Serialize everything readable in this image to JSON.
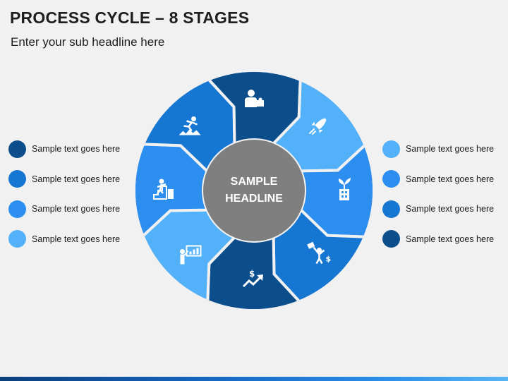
{
  "title": "PROCESS CYCLE – 8 STAGES",
  "subtitle": "Enter your sub headline here",
  "center": {
    "line1": "SAMPLE",
    "line2": "HEADLINE",
    "color": "#7f7f7f"
  },
  "colors": {
    "dark_navy": "#0c4e8c",
    "medium_blue": "#1677d3",
    "bright_blue": "#2c8ff0",
    "light_blue": "#52b1f8",
    "outer_ring": "#1e6fc5",
    "separator": "#f1f1f1"
  },
  "stages": [
    {
      "icon": "businessman-puzzle-icon",
      "color": "#0c4e8c"
    },
    {
      "icon": "rocket-icon",
      "color": "#52b1f8"
    },
    {
      "icon": "plant-building-icon",
      "color": "#2c8ff0"
    },
    {
      "icon": "celebrating-person-money-icon",
      "color": "#1677d3"
    },
    {
      "icon": "dollar-growth-arrow-icon",
      "color": "#0c4e8c"
    },
    {
      "icon": "presentation-board-icon",
      "color": "#52b1f8"
    },
    {
      "icon": "climbing-stairs-icon",
      "color": "#2c8ff0"
    },
    {
      "icon": "hurdle-runner-icon",
      "color": "#1677d3"
    }
  ],
  "legend_left": [
    {
      "text": "Sample text goes here",
      "color": "#0c4e8c"
    },
    {
      "text": "Sample text goes here",
      "color": "#1677d3"
    },
    {
      "text": "Sample text goes here",
      "color": "#2c8ff0"
    },
    {
      "text": "Sample text goes here",
      "color": "#52b1f8"
    }
  ],
  "legend_right": [
    {
      "text": "Sample text goes here",
      "color": "#52b1f8"
    },
    {
      "text": "Sample text goes here",
      "color": "#2c8ff0"
    },
    {
      "text": "Sample text goes here",
      "color": "#1677d3"
    },
    {
      "text": "Sample text goes here",
      "color": "#0c4e8c"
    }
  ]
}
